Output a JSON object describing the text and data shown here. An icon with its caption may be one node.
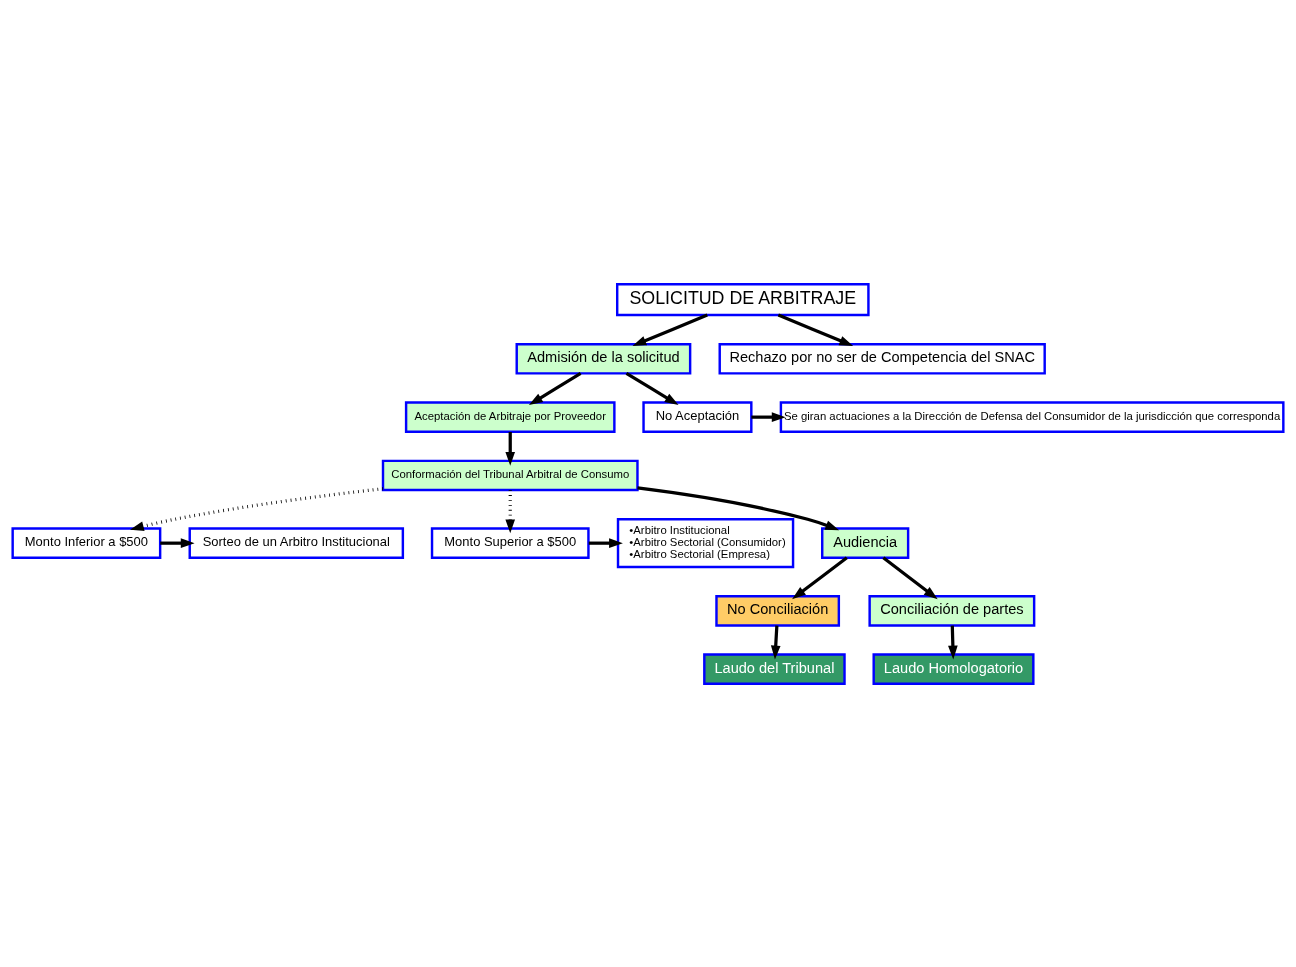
{
  "diagram": {
    "nodes": [
      {
        "text": [
          "SOLICITUD DE ARBITRAJE"
        ]
      },
      {
        "text": [
          "Admisión de la solicitud"
        ]
      },
      {
        "text": [
          "Rechazo por no ser de Competencia del SNAC"
        ]
      },
      {
        "text": [
          "Aceptación de Arbitraje por Proveedor"
        ]
      },
      {
        "text": [
          "No Aceptación"
        ]
      },
      {
        "text": [
          "Se giran actuaciones a la Dirección de Defensa del Consumidor de la jurisdicción que corresponda"
        ]
      },
      {
        "text": [
          "Conformación del Tribunal Arbitral de Consumo"
        ]
      },
      {
        "text": [
          "Monto Inferior a $500"
        ]
      },
      {
        "text": [
          "Sorteo de un Arbitro Institucional"
        ]
      },
      {
        "text": [
          "Monto Superior a $500"
        ]
      },
      {
        "text": [
          "•Arbitro Institucional",
          "•Arbitro Sectorial (Consumidor)",
          "•Arbitro Sectorial (Empresa)"
        ]
      },
      {
        "text": [
          "Audiencia"
        ]
      },
      {
        "text": [
          "No Conciliación"
        ]
      },
      {
        "text": [
          "Conciliación de partes"
        ]
      },
      {
        "text": [
          "Laudo del Tribunal"
        ]
      },
      {
        "text": [
          "Laudo Homologatorio"
        ]
      }
    ],
    "edges": [
      {
        "from": 0,
        "to": 1,
        "arrow": "to"
      },
      {
        "from": 0,
        "to": 2,
        "arrow": "to"
      },
      {
        "from": 1,
        "to": 3,
        "arrow": "to"
      },
      {
        "from": 1,
        "to": 4,
        "arrow": "to"
      },
      {
        "from": 4,
        "to": 5,
        "arrow": "to"
      },
      {
        "from": 3,
        "to": 6,
        "arrow": "to"
      },
      {
        "from": 6,
        "to": 7,
        "arrow": "to",
        "style": "dashed"
      },
      {
        "from": 6,
        "to": 9,
        "arrow": "to",
        "style": "dashed"
      },
      {
        "from": 7,
        "to": 8,
        "arrow": "to"
      },
      {
        "from": 9,
        "to": 10,
        "arrow": "to"
      },
      {
        "from": 6,
        "to": 11,
        "arrow": "to"
      },
      {
        "from": 11,
        "to": 12,
        "arrow": "to"
      },
      {
        "from": 11,
        "to": 13,
        "arrow": "to"
      },
      {
        "from": 12,
        "to": 14,
        "arrow": "to"
      },
      {
        "from": 13,
        "to": 15,
        "arrow": "to"
      }
    ]
  }
}
